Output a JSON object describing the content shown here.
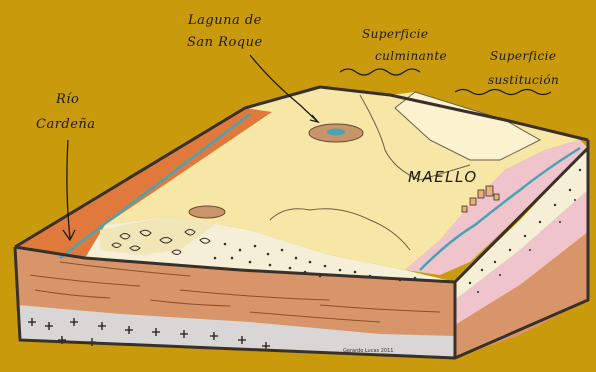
{
  "labels": {
    "laguna": [
      "Laguna de",
      "San Roque"
    ],
    "superficie_culminante": [
      "Superficie",
      "culminante"
    ],
    "superficie_sustitucion": [
      "Superficie",
      "sustitución"
    ],
    "rio": [
      "Río",
      "Cardeña"
    ],
    "town": "MAELLO",
    "signature": "Gerardo Lucas 2011"
  },
  "colors": {
    "background": "#c99a0b",
    "plateau": "#f6e7a6",
    "river_bank": "#e07a3c",
    "river": "#4aa3b5",
    "pink_slope": "#efc4cc",
    "clay_layer": "#d9956a",
    "granite_base": "#d9d6d6",
    "outline": "#3a302a"
  }
}
